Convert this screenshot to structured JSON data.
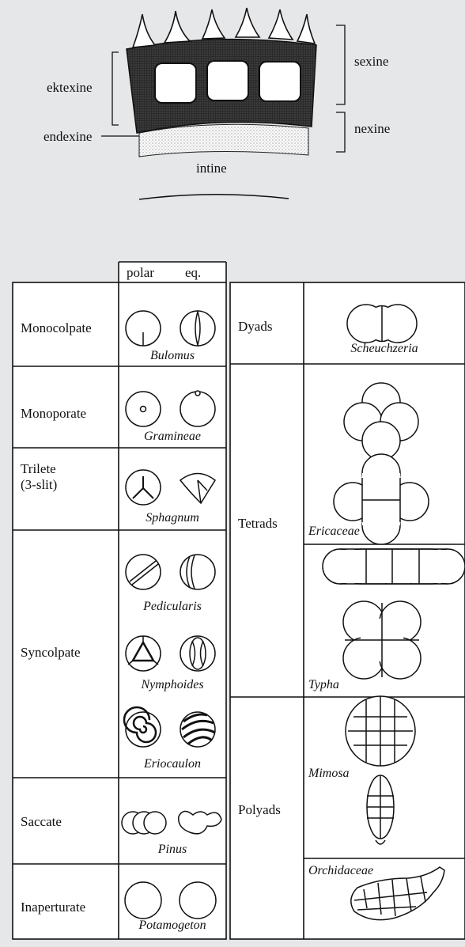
{
  "wall": {
    "left_labels": [
      "ektexine",
      "endexine"
    ],
    "right_labels": [
      "sexine",
      "nexine"
    ],
    "bottom_label": "intine"
  },
  "header": {
    "polar": "polar",
    "eq": "eq."
  },
  "left_types": [
    {
      "label": "Monocolpate",
      "species": "Bulomus"
    },
    {
      "label": "Monoporate",
      "species": "Gramineae"
    },
    {
      "label": "Trilete\n(3-slit)",
      "species": "Sphagnum"
    },
    {
      "label": "Syncolpate",
      "species": [
        "Pedicularis",
        "Nymphoides",
        "Eriocaulon"
      ]
    },
    {
      "label": "Saccate",
      "species": "Pinus"
    },
    {
      "label": "Inaperturate",
      "species": "Potamogeton"
    }
  ],
  "right_types": [
    {
      "label": "Dyads",
      "species": "Scheuchzeria"
    },
    {
      "label": "Tetrads",
      "species": [
        "Ericaceae",
        "Typha"
      ]
    },
    {
      "label": "Polyads",
      "species": [
        "Mimosa",
        "Orchidaceae"
      ]
    }
  ],
  "colors": {
    "background": "#e6e7e8",
    "ink": "#111111",
    "panel": "#ffffff"
  }
}
